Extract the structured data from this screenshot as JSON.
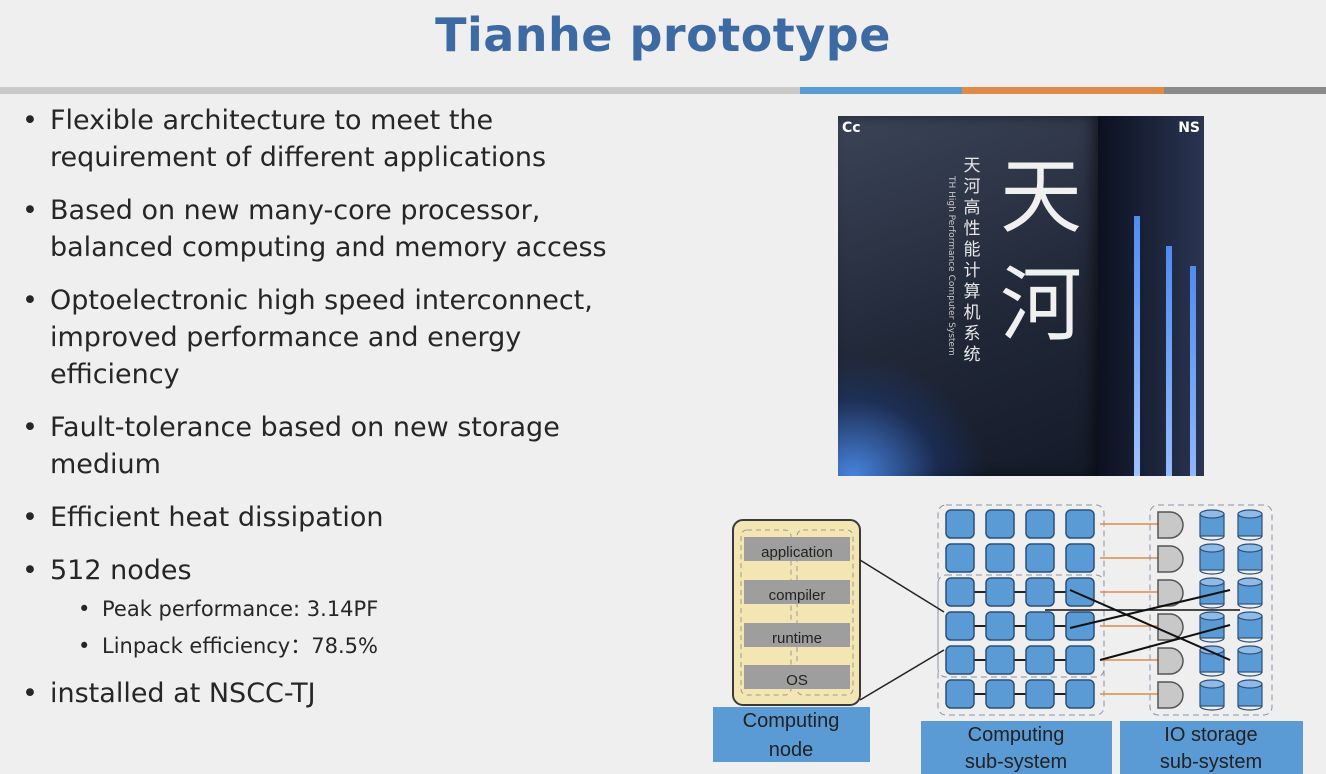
{
  "title": "Tianhe prototype",
  "colors": {
    "title": "#3d6aa3",
    "accent_blue": "#5a9bd5",
    "accent_orange": "#e08a4a",
    "accent_gray": "#8a8a8a",
    "box_blue": "#5b9bd5"
  },
  "bullets": [
    {
      "text": "Flexible architecture to meet the requirement of different applications"
    },
    {
      "text": "Based on new many-core processor, balanced computing and memory access"
    },
    {
      "text": "Optoelectronic high speed interconnect, improved performance and energy efficiency"
    },
    {
      "text": "Fault-tolerance based on new storage medium"
    },
    {
      "text": "Efficient heat dissipation"
    },
    {
      "text": "512 nodes",
      "subs": [
        "Peak performance: 3.14PF",
        "Linpack efficiency：78.5%"
      ]
    },
    {
      "text": "installed at NSCC-TJ"
    }
  ],
  "photo": {
    "cjk_big": "天河",
    "cjk_small": "天河高性能计算机系统",
    "english": "TH High Performance Computer System",
    "corner_left": "Cc",
    "corner_right": "NS"
  },
  "diagram": {
    "stack": [
      "application",
      "compiler",
      "runtime",
      "OS"
    ],
    "labels": {
      "node": [
        "Computing",
        "node"
      ],
      "computing": [
        "Computing",
        "sub-system"
      ],
      "io": [
        "IO storage",
        "sub-system"
      ]
    }
  }
}
